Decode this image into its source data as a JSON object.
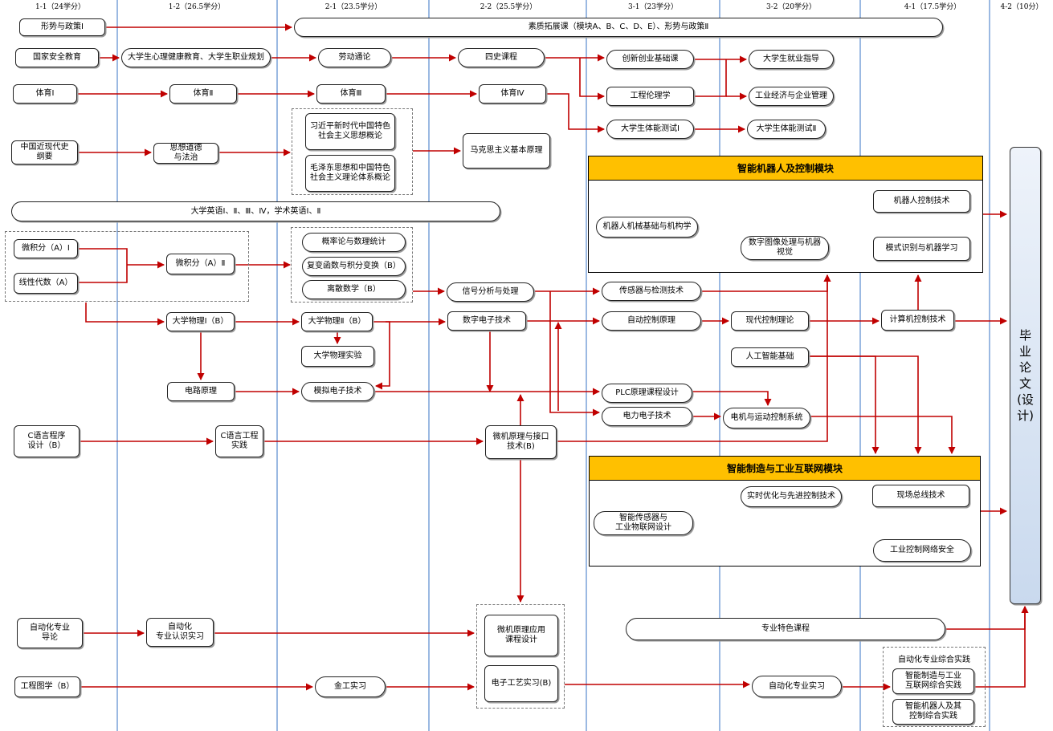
{
  "semesters": [
    "1-1（24学分）",
    "1-2（26.5学分）",
    "2-1（23.5学分）",
    "2-2（25.5学分）",
    "3-1（23学分）",
    "3-2（20学分）",
    "4-1（17.5学分）",
    "4-2（10分）"
  ],
  "courses": {
    "xingshi1": "形势与政策Ⅰ",
    "suzhi": "素质拓展课（模块A、B、C、D、E）、形势与政策Ⅱ",
    "guojia": "国家安全教育",
    "xinli": "大学生心理健康教育、大学生职业规划",
    "laodong": "劳动通论",
    "sishi": "四史课程",
    "chuangxin": "创新创业基础课",
    "jiuye": "大学生就业指导",
    "tiyu1": "体育Ⅰ",
    "tiyu2": "体育Ⅱ",
    "tiyu3": "体育Ⅲ",
    "tiyu4": "体育Ⅳ",
    "lunli": "工程伦理学",
    "jingji": "工业经济与企业管理",
    "tineng1": "大学生体能测试Ⅰ",
    "tineng2": "大学生体能测试Ⅱ",
    "jindai": "中国近现代史\n纲要",
    "sixiang": "思想道德\n与法治",
    "xi": "习近平新时代中国特色\n社会主义思想概论",
    "mao": "毛泽东思想和中国特色\n社会主义理论体系概论",
    "makesi": "马克思主义基本原理",
    "yingyu": "大学英语Ⅰ、Ⅱ、Ⅲ、Ⅳ，学术英语Ⅰ、Ⅱ",
    "weijifen1": "微积分（A）Ⅰ",
    "xianxing": "线性代数（A）",
    "weijifen2": "微积分（A）Ⅱ",
    "gailv": "概率论与数理统计",
    "fubian": "复变函数与积分变换（B）",
    "lisan": "离散数学（B）",
    "xinhao": "信号分析与处理",
    "chuanganqi": "传感器与检测技术",
    "wuli1": "大学物理Ⅰ（B）",
    "wuli2": "大学物理Ⅱ（B）",
    "shuzi": "数字电子技术",
    "zidong": "自动控制原理",
    "xiandai": "现代控制理论",
    "jisuanji": "计算机控制技术",
    "shiyan": "大学物理实验",
    "rengong": "人工智能基础",
    "dianlu": "电路原理",
    "moni": "模拟电子技术",
    "plc": "PLC原理课程设计",
    "dianli": "电力电子技术",
    "dianji": "电机与运动控制系统",
    "cyuyan": "C语言程序\n设计（B）",
    "cgongcheng": "C语言工程\n实践",
    "weiji": "微机原理与接口\n技术(B)",
    "jixie": "机器人机械基础与机构学",
    "jiqiren_kz": "机器人控制技术",
    "tuxiang": "数字图像处理与机器\n视觉",
    "moshi": "模式识别与机器学习",
    "zhineng_cgq": "智能传感器与\n工业物联网设计",
    "shishi": "实时优化与先进控制技术",
    "xianchang": "现场总线技术",
    "anquan": "工业控制网络安全",
    "daolun": "自动化专业\n导论",
    "renshi": "自动化\n专业认识实习",
    "weiji_sheji": "微机原理应用\n课程设计",
    "tese": "专业特色课程",
    "gongcheng_tu": "工程图学（B）",
    "jingong": "金工实习",
    "dianzi_gy": "电子工艺实习(B)",
    "zidong_sx": "自动化专业实习",
    "zonghe1": "智能制造与工业\n互联网综合实践",
    "zonghe2": "智能机器人及其\n控制综合实践",
    "biye": "毕\n业\n论\n文\n(设\n计)"
  },
  "modules": {
    "robot": "智能机器人及控制模块",
    "manufacturing": "智能制造与工业互联网模块"
  },
  "practice_group_label": "自动化专业综合实践",
  "colors": {
    "arrow": "#c00000",
    "module_header": "#ffc000",
    "semester_line": "#7aa2d8"
  }
}
